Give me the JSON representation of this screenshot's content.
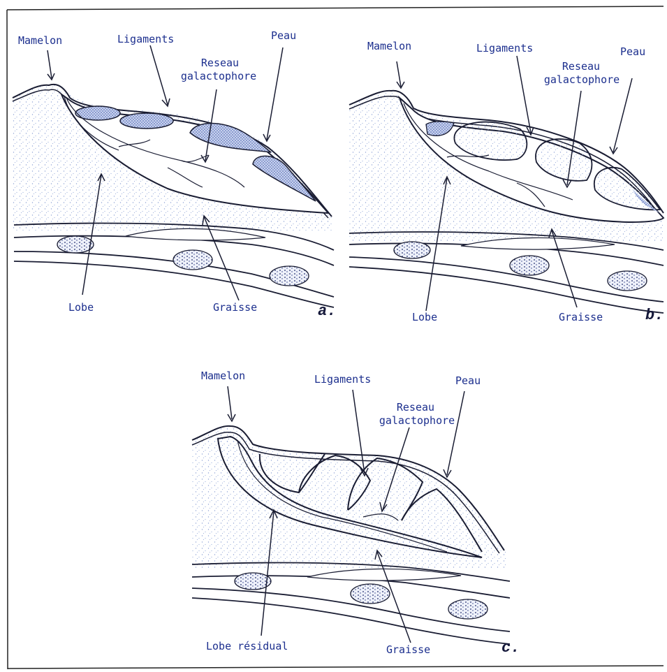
{
  "panels": [
    {
      "id": "a",
      "letter": "a.",
      "labels": {
        "mamelon": "Mamelon",
        "ligaments": "Ligaments",
        "peau": "Peau",
        "reseau_line1": "Reseau",
        "reseau_line2": "galactophore",
        "lobe": "Lobe",
        "graisse": "Graisse"
      }
    },
    {
      "id": "b",
      "letter": "b.",
      "labels": {
        "mamelon": "Mamelon",
        "ligaments": "Ligaments",
        "peau": "Peau",
        "reseau_line1": "Reseau",
        "reseau_line2": "galactophore",
        "lobe": "Lobe",
        "graisse": "Graisse"
      }
    },
    {
      "id": "c",
      "letter": "c.",
      "labels": {
        "mamelon": "Mamelon",
        "ligaments": "Ligaments",
        "peau": "Peau",
        "reseau_line1": "Reseau",
        "reseau_line2": "galactophore",
        "lobe": "Lobe résidual",
        "graisse": "Graisse"
      }
    }
  ],
  "colors": {
    "ink": "#1a1d33",
    "label": "#1c2f8e",
    "stipple": "#8fa3d6",
    "dense_stipple": "#4a62b3",
    "border": "#222222"
  }
}
